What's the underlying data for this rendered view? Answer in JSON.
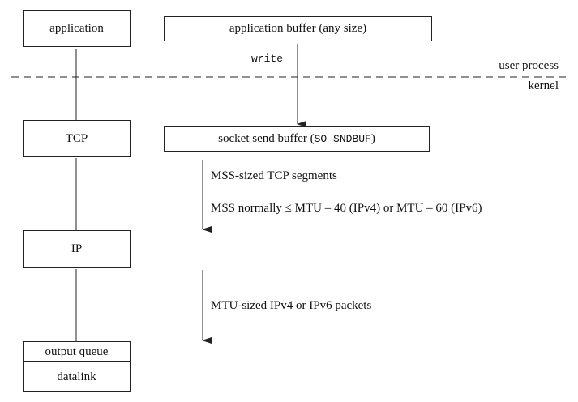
{
  "layers": {
    "application": "application",
    "tcp": "TCP",
    "ip": "IP",
    "output_queue": "output queue",
    "datalink": "datalink"
  },
  "buffers": {
    "application_buffer": "application buffer (any size)",
    "socket_send_buffer_prefix": "socket send buffer (",
    "socket_send_buffer_option": "SO_SNDBUF",
    "socket_send_buffer_suffix": ")"
  },
  "annotations": {
    "write_call": "write",
    "user_process": "user process",
    "kernel": "kernel",
    "tcp_segments": "MSS-sized TCP segments",
    "mss_rule": "MSS normally ≤ MTU – 40 (IPv4) or MTU – 60 (IPv6)",
    "ip_packets": "MTU-sized IPv4 or IPv6 packets"
  },
  "colors": {
    "line": "#222222",
    "text": "#111111",
    "background": "#ffffff"
  }
}
